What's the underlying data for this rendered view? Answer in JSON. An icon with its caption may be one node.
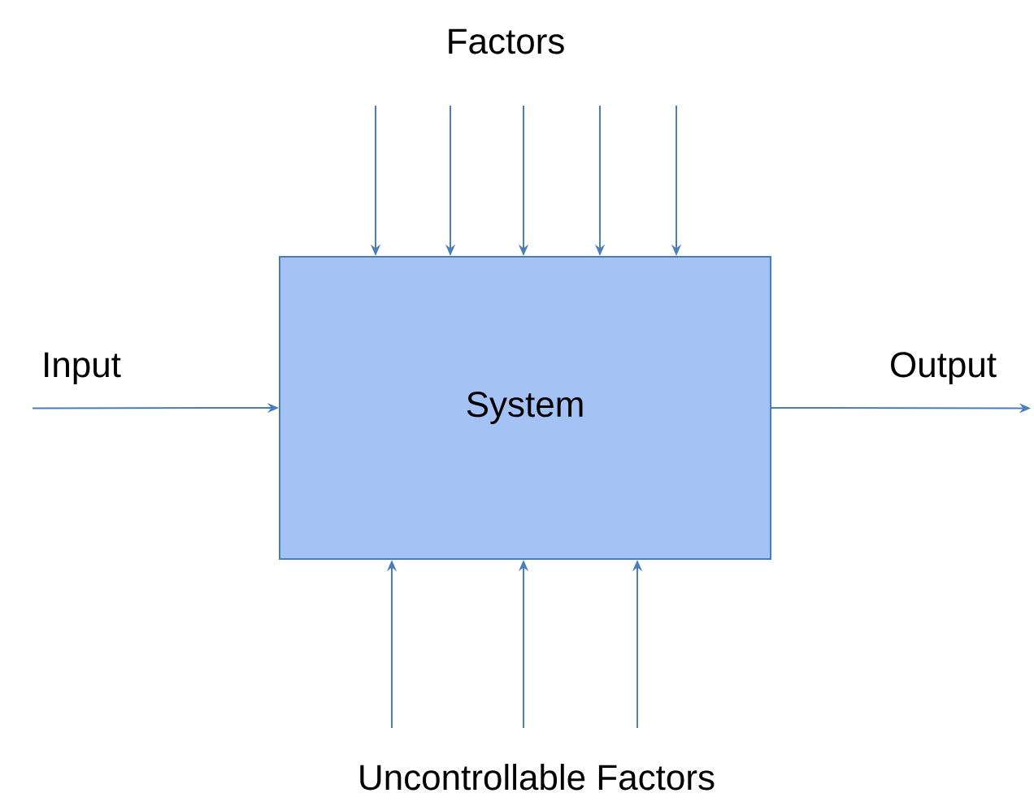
{
  "diagram": {
    "nodes": [
      {
        "text": [
          "Input"
        ]
      },
      {
        "text": [
          "System"
        ]
      },
      {
        "text": [
          "Output"
        ]
      }
    ],
    "edges": [
      {
        "from": 0,
        "to": 1,
        "arrow": "to"
      },
      {
        "from": 1,
        "to": 2,
        "arrow": "to"
      },
      {
        "from": null,
        "to": 1,
        "arrow": "to"
      },
      {
        "from": null,
        "to": 1,
        "arrow": "to"
      },
      {
        "from": null,
        "to": 1,
        "arrow": "to"
      },
      {
        "from": null,
        "to": 1,
        "arrow": "to"
      },
      {
        "from": null,
        "to": 1,
        "arrow": "to"
      },
      {
        "from": null,
        "to": 1,
        "arrow": "to"
      },
      {
        "from": null,
        "to": 1,
        "arrow": "to"
      },
      {
        "from": null,
        "to": 1,
        "arrow": "to"
      }
    ],
    "labels": [
      "Factors",
      "Uncontrollable Factors"
    ]
  }
}
